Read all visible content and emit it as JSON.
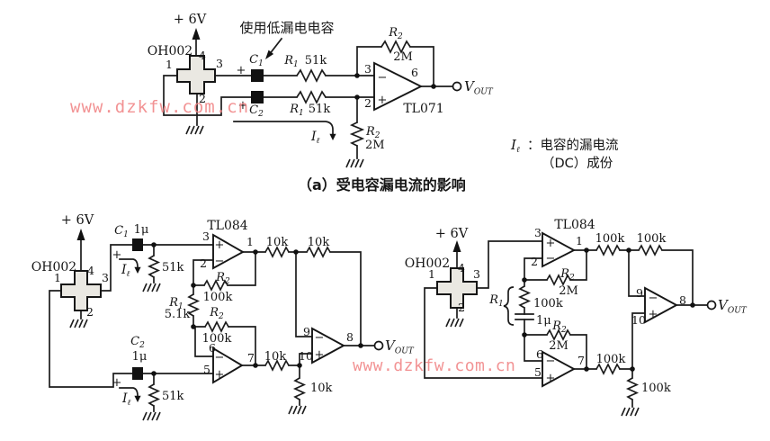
{
  "syms": {
    "plus": "+",
    "minus": "−",
    "i": "I",
    "ell": "ℓ",
    "v": "V",
    "out": "OUT"
  },
  "supply": {
    "label": "+ 6V"
  },
  "chips": {
    "sensor": "OH002",
    "opamp_a": "TL071",
    "opamp_bc": "TL084"
  },
  "pins": {
    "n1": "1",
    "n2": "2",
    "n3": "3",
    "n4": "4",
    "n5": "5",
    "n6": "6",
    "n7": "7",
    "n8": "8",
    "n9": "9",
    "n10": "10"
  },
  "refs": {
    "r": "R",
    "c": "C"
  },
  "values": {
    "r51k": "51k",
    "r5k1": "5.1k",
    "r2m": "2M",
    "r100k": "100k",
    "r10k": "10k",
    "c1u": "1μ"
  },
  "annotations": {
    "cap_note": "使用低漏电电容",
    "caption_a": "（a）受电容漏电流的影响",
    "leak_note_rest": "：电容的漏电流",
    "leak_note_line2": "（DC）成份"
  },
  "watermark": {
    "text": "www.dzkfw.com.cn",
    "color": "#f08182"
  }
}
